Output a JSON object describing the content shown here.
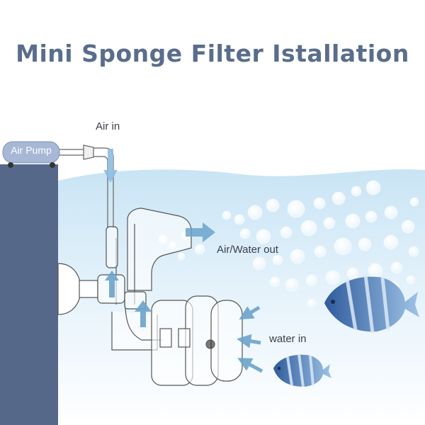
{
  "title": "Mini Sponge Filter Istallation",
  "labels": {
    "air_pump": "Air Pump",
    "air_in": "Air in",
    "air_water_out": "Air/Water out",
    "water_in": "water in"
  },
  "colors": {
    "title": "#5a6d8c",
    "tank_wall": "#56688a",
    "pump_body": "#a7b8d6",
    "water_top": "#cfe6f5",
    "arrow": "#6ba3cc",
    "outline": "#555555"
  }
}
